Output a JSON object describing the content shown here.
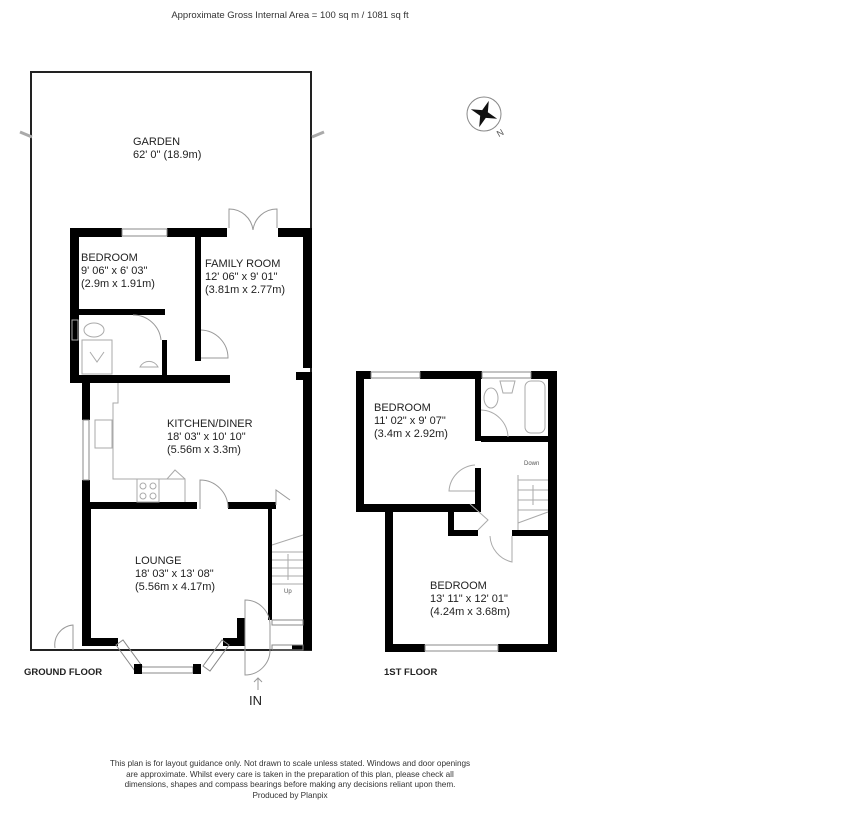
{
  "header": {
    "area_text": "Approximate Gross Internal Area = 100 sq m / 1081 sq ft"
  },
  "ground_floor": {
    "label": "GROUND FLOOR",
    "entrance_label": "IN",
    "stairs_label": "Up",
    "rooms": [
      {
        "name": "GARDEN",
        "imperial": "62' 0\" (18.9m)",
        "metric": ""
      },
      {
        "name": "BEDROOM",
        "imperial": "9' 06\" x 6' 03\"",
        "metric": "(2.9m x 1.91m)"
      },
      {
        "name": "FAMILY ROOM",
        "imperial": "12' 06\" x 9' 01\"",
        "metric": "(3.81m x 2.77m)"
      },
      {
        "name": "KITCHEN/DINER",
        "imperial": "18' 03\" x 10' 10\"",
        "metric": "(5.56m x 3.3m)"
      },
      {
        "name": "LOUNGE",
        "imperial": "18' 03\" x 13' 08\"",
        "metric": "(5.56m x 4.17m)"
      }
    ]
  },
  "first_floor": {
    "label": "1ST FLOOR",
    "stairs_label": "Down",
    "rooms": [
      {
        "name": "BEDROOM",
        "imperial": "11' 02\" x 9' 07\"",
        "metric": "(3.4m x 2.92m)"
      },
      {
        "name": "BEDROOM",
        "imperial": "13' 11\" x 12' 01\"",
        "metric": "(4.24m x 3.68m)"
      }
    ]
  },
  "compass": {
    "direction_label": "N"
  },
  "footer": {
    "line1": "This plan is for layout guidance only. Not drawn to scale unless stated. Windows and door openings",
    "line2": "are approximate. Whilst every care is taken in the preparation of this plan, please check all",
    "line3": "dimensions, shapes and compass bearings before making any decisions reliant upon them.",
    "line4": "Produced by Planpix"
  },
  "colors": {
    "wall": "#000000",
    "line": "#999999",
    "text": "#222222"
  }
}
